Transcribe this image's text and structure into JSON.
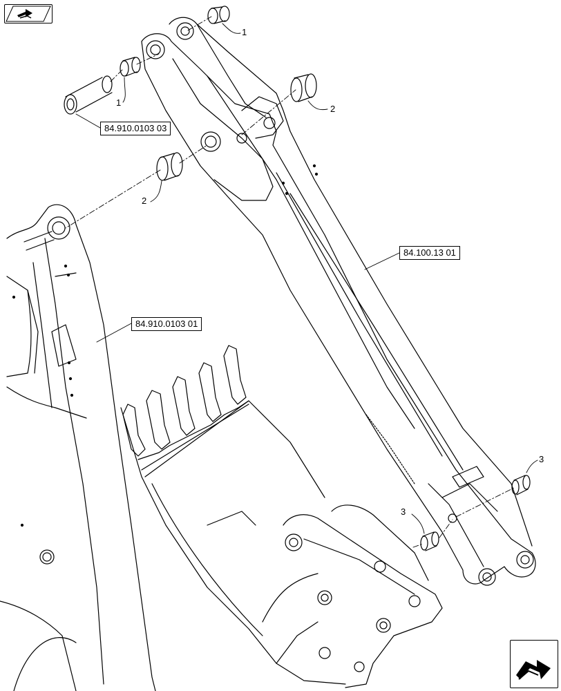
{
  "references": [
    {
      "id": "ref-pin",
      "text": "84.910.0103 03"
    },
    {
      "id": "ref-dipper",
      "text": "84.100.13 01"
    },
    {
      "id": "ref-boom",
      "text": "84.910.0103 01"
    }
  ],
  "callouts": [
    {
      "id": "c1a",
      "text": "1"
    },
    {
      "id": "c1b",
      "text": "1"
    },
    {
      "id": "c2a",
      "text": "2"
    },
    {
      "id": "c2b",
      "text": "2"
    },
    {
      "id": "c3a",
      "text": "3"
    },
    {
      "id": "c3b",
      "text": "3"
    }
  ],
  "nav": {
    "top_icon": "previous-page-icon",
    "bottom_icon": "next-page-icon"
  }
}
